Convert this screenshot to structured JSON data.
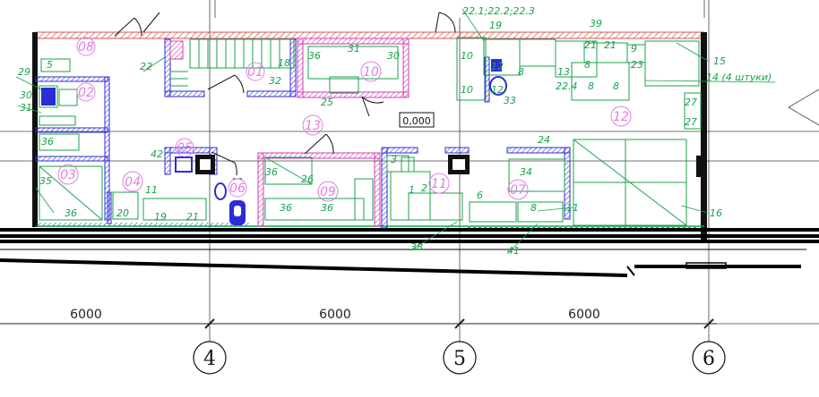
{
  "colors": {
    "wall": "#111111",
    "partition_blue": "#2c2cd6",
    "partition_magenta": "#d23fb0",
    "equipment_green": "#17a34a",
    "room_number": "#e27ee2",
    "hatch_red": "#d05656",
    "grid": "#444444"
  },
  "level_mark": "0,000",
  "dimensions": [
    "6000",
    "6000",
    "6000"
  ],
  "axes": [
    "4",
    "5",
    "6"
  ],
  "room_numbers": [
    {
      "id": "r08",
      "label": "08"
    },
    {
      "id": "r02",
      "label": "02"
    },
    {
      "id": "r03",
      "label": "03"
    },
    {
      "id": "r04",
      "label": "04"
    },
    {
      "id": "r05",
      "label": "05"
    },
    {
      "id": "r06",
      "label": "06"
    },
    {
      "id": "r01",
      "label": "01"
    },
    {
      "id": "r10",
      "label": "10"
    },
    {
      "id": "r13",
      "label": "13"
    },
    {
      "id": "r09",
      "label": "09"
    },
    {
      "id": "r11",
      "label": "11"
    },
    {
      "id": "r07",
      "label": "07"
    },
    {
      "id": "r12",
      "label": "12"
    }
  ],
  "equipment_tags": {
    "t5": "5",
    "t29": "29",
    "t30": "30",
    "t31a": "31",
    "t36a": "36",
    "t35": "35",
    "t36b": "36",
    "t20": "20",
    "t19a": "19",
    "t21a": "21",
    "t11a": "11",
    "t22": "22",
    "t42": "42",
    "t18": "18",
    "t32": "32",
    "t25": "25",
    "t31b": "31",
    "t36c": "36",
    "t30b": "30",
    "t26": "26",
    "t36d": "36",
    "t36e": "36",
    "t36f": "36",
    "t3": "3",
    "t1": "1",
    "t2": "2",
    "t38": "38",
    "t10a": "10",
    "t10b": "10",
    "t12a": "12",
    "t33": "33",
    "t6": "6",
    "t8a": "8",
    "t11b": "11",
    "t41": "41",
    "t34": "34",
    "t24": "24",
    "t16": "16",
    "t15": "15",
    "t14": "14 (4 штуки)",
    "t27a": "27",
    "t27b": "27",
    "t2212": "22.1;22.2;22.3",
    "t19b": "19",
    "t12b": "12",
    "t8b": "8",
    "t13": "13",
    "t224": "22.4",
    "t8c": "8",
    "t8d": "8",
    "t39": "39",
    "t21b": "21",
    "t9": "9",
    "t8e": "8",
    "t23": "23",
    "t21c": "21"
  }
}
